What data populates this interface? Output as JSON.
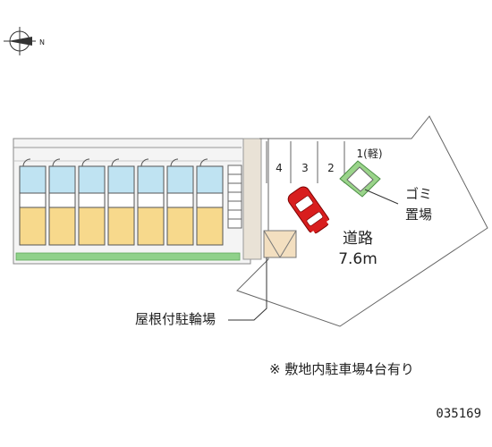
{
  "compass": {
    "north_label": "N",
    "icon": "compass-icon"
  },
  "parking": {
    "spaces": [
      "4",
      "3",
      "2",
      "1(軽)"
    ]
  },
  "labels": {
    "garbage_line1": "ゴミ",
    "garbage_line2": "置場",
    "road_line1": "道路",
    "road_line2": "7.6m",
    "bicycle_parking": "屋根付駐輪場"
  },
  "note": "※ 敷地内駐車場4台有り",
  "property_code": "035169",
  "colors": {
    "unit_floor": "#f7d98c",
    "bath": "#bfe3f2",
    "hedge": "#8fd18a",
    "road": "#ffffff",
    "car": "#d81e1e",
    "garbage_area": "#9ad48a",
    "gravel": "#e9e2d6",
    "bicycle_roof": "#f3dfc0"
  },
  "icons": [
    "compass-icon",
    "car-icon",
    "stairs-icon",
    "garbage-bin-icon"
  ]
}
